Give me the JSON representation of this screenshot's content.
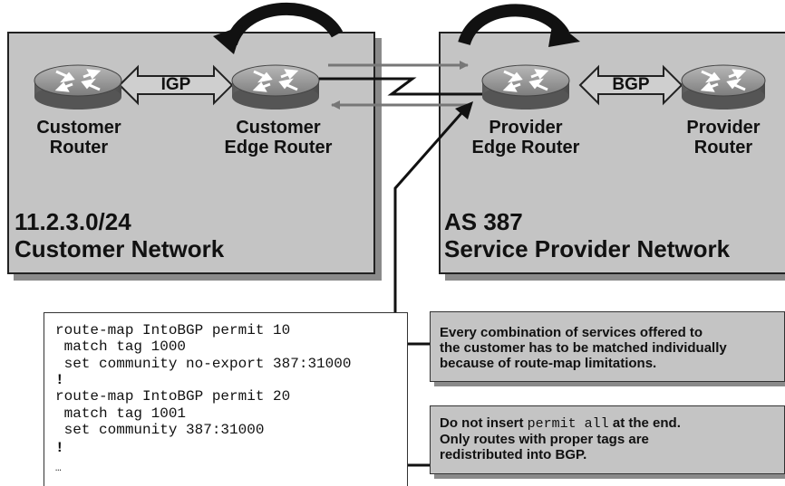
{
  "customer_panel": {
    "router1_label": "Customer\nRouter",
    "router2_label": "Customer\nEdge Router",
    "link_label": "IGP",
    "network_title": "11.2.3.0/24\nCustomer Network"
  },
  "provider_panel": {
    "router1_label": "Provider\nEdge Router",
    "router2_label": "Provider\nRouter",
    "link_label": "BGP",
    "network_title": "AS 387\nService Provider Network"
  },
  "config": {
    "lines": [
      "route-map IntoBGP permit 10",
      " match tag 1000",
      " set community no-export 387:31000",
      "!",
      "route-map IntoBGP permit 20",
      " match tag 1001",
      " set community 387:31000",
      "!",
      "…"
    ]
  },
  "notes": {
    "note1": [
      "Every combination of services offered to",
      "the customer has to be matched individually",
      "because of route-map limitations."
    ],
    "note2_pre": "Do not insert ",
    "note2_code": "permit all",
    "note2_post": " at the end.",
    "note2_rest": [
      "Only routes with proper tags are",
      "redistributed into BGP."
    ]
  }
}
